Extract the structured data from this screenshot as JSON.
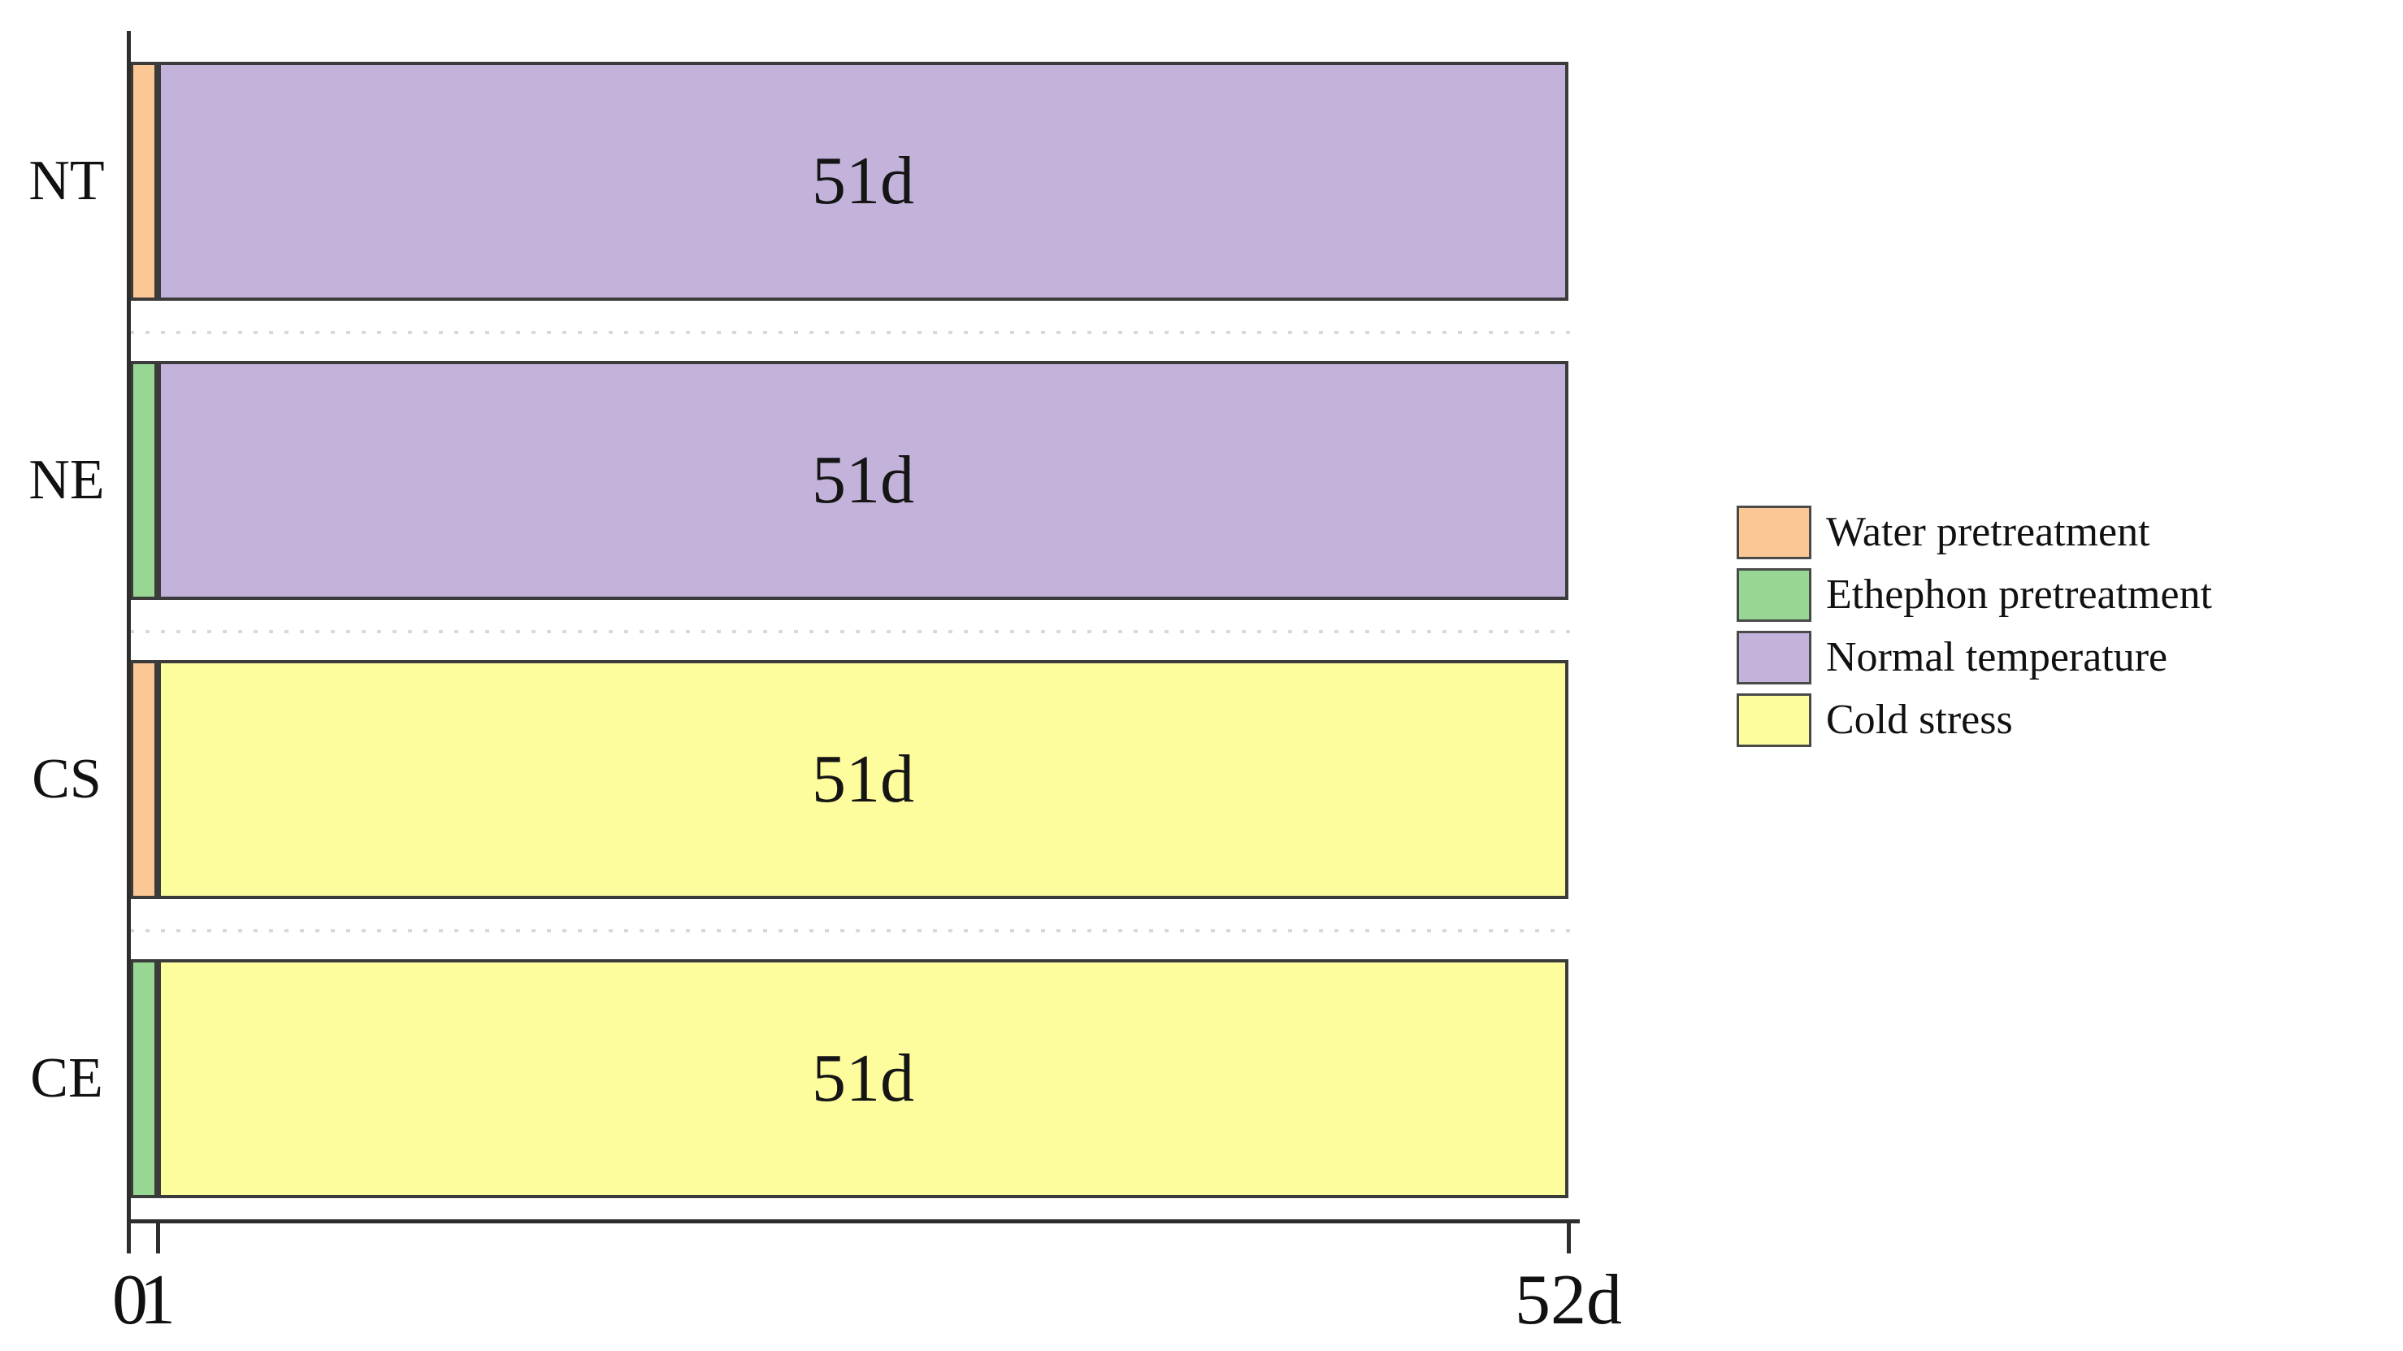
{
  "figure": {
    "background": "#FFFFFF"
  },
  "chart_data": {
    "type": "bar",
    "orientation": "horizontal-stacked",
    "title": "",
    "xlabel": "",
    "ylabel": "",
    "xlim": [
      0,
      52
    ],
    "x_unit": "days",
    "x_ticks": [
      {
        "value": 0,
        "label": "0"
      },
      {
        "value": 1,
        "label": "1"
      },
      {
        "value": 52,
        "label": "52d"
      }
    ],
    "categories": [
      "NT",
      "NE",
      "CS",
      "CE"
    ],
    "rows": [
      {
        "category": "NT",
        "segments": [
          {
            "name": "Water pretreatment",
            "start": 0,
            "end": 1,
            "duration_days": 1,
            "color": "#FAC795",
            "label": ""
          },
          {
            "name": "Normal temperature",
            "start": 1,
            "end": 52,
            "duration_days": 51,
            "color": "#C3B3DB",
            "label": "51d"
          }
        ]
      },
      {
        "category": "NE",
        "segments": [
          {
            "name": "Ethephon pretreatment",
            "start": 0,
            "end": 1,
            "duration_days": 1,
            "color": "#98D694",
            "label": ""
          },
          {
            "name": "Normal temperature",
            "start": 1,
            "end": 52,
            "duration_days": 51,
            "color": "#C3B3DB",
            "label": "51d"
          }
        ]
      },
      {
        "category": "CS",
        "segments": [
          {
            "name": "Water pretreatment",
            "start": 0,
            "end": 1,
            "duration_days": 1,
            "color": "#FAC795",
            "label": ""
          },
          {
            "name": "Cold stress",
            "start": 1,
            "end": 52,
            "duration_days": 51,
            "color": "#FDFD9E",
            "label": "51d"
          }
        ]
      },
      {
        "category": "CE",
        "segments": [
          {
            "name": "Ethephon pretreatment",
            "start": 0,
            "end": 1,
            "duration_days": 1,
            "color": "#98D694",
            "label": ""
          },
          {
            "name": "Cold stress",
            "start": 1,
            "end": 52,
            "duration_days": 51,
            "color": "#FDFD9E",
            "label": "51d"
          }
        ]
      }
    ],
    "legend": {
      "position": "right",
      "entries": [
        {
          "label": "Water pretreatment",
          "color": "#FAC795"
        },
        {
          "label": "Ethephon pretreatment",
          "color": "#98D694"
        },
        {
          "label": "Normal temperature",
          "color": "#C3B3DB"
        },
        {
          "label": "Cold stress",
          "color": "#FDFD9E"
        }
      ]
    },
    "grid": "faint dotted horizontal separator between adjacent bars",
    "legend_border": true,
    "colors": {
      "segment_border": "#3B3B3B",
      "axis": "#2E2E2E",
      "separator_dots": "#D9D9D9",
      "text": "#111111",
      "background": "#FFFFFF"
    }
  }
}
